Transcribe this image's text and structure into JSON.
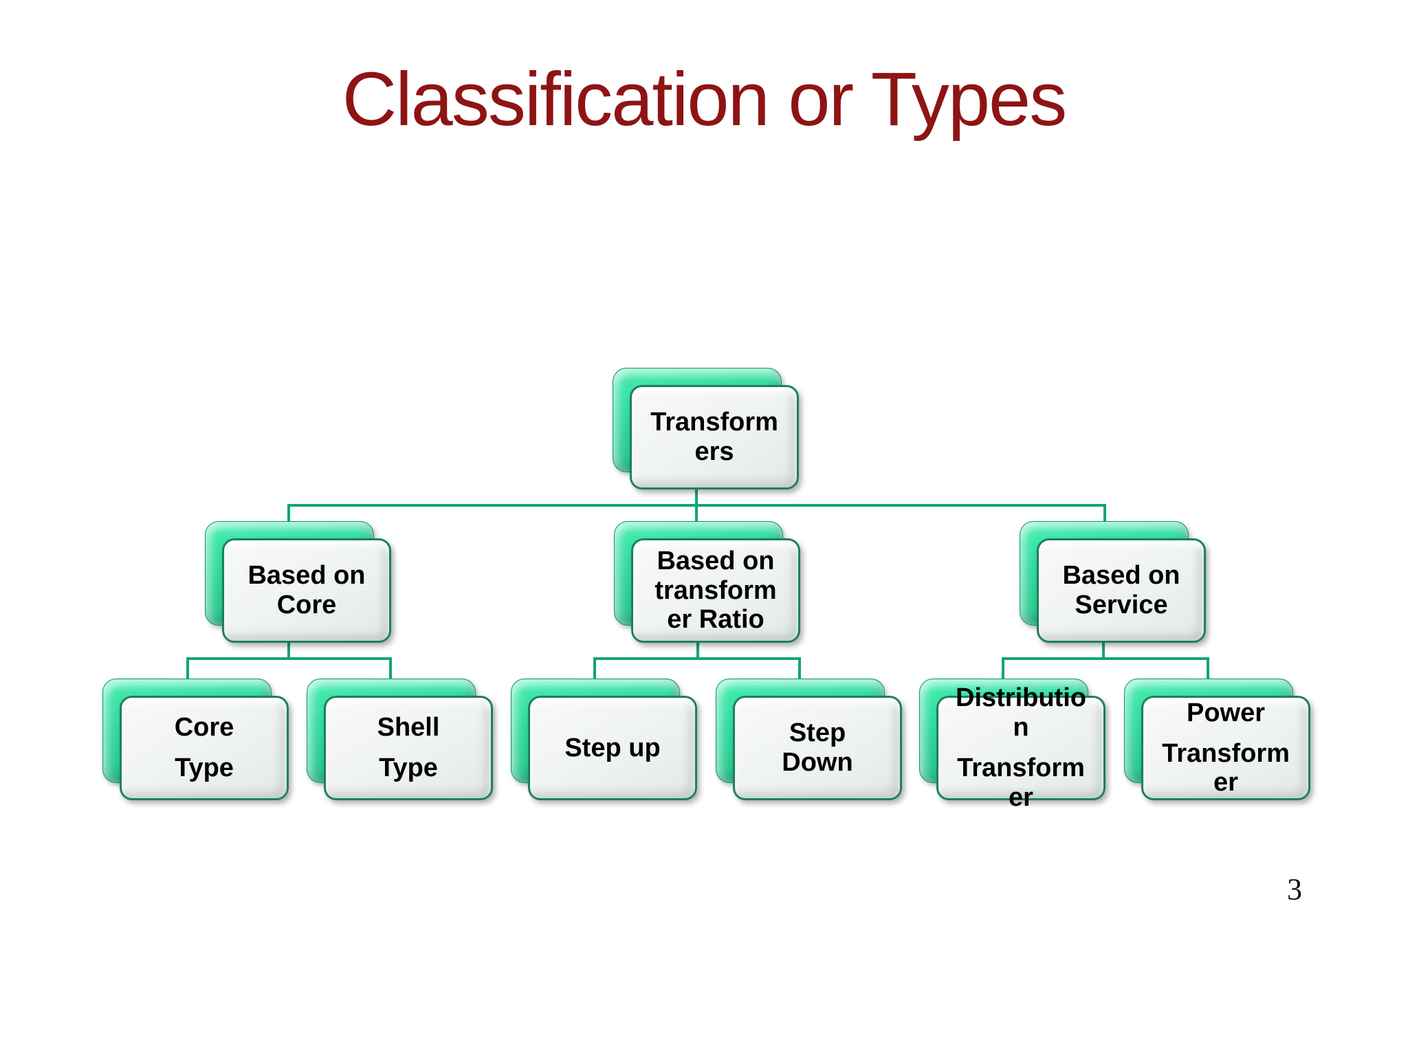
{
  "slide": {
    "title": "Classification or Types",
    "page_number": "3"
  },
  "colors": {
    "title_text": "#8e1414",
    "node_back_green": "#2fd99c",
    "node_face_fill": "#eef2f0",
    "node_border_green": "#1d7f60",
    "connector_green": "#12a479",
    "node_text": "#000000"
  },
  "diagram": {
    "type": "hierarchy-org-chart",
    "root": "Transformers",
    "edges": [
      [
        "Transformers",
        "Based on Core"
      ],
      [
        "Transformers",
        "Based on transformer Ratio"
      ],
      [
        "Transformers",
        "Based on Service"
      ],
      [
        "Based on Core",
        "Core Type"
      ],
      [
        "Based on Core",
        "Shell Type"
      ],
      [
        "Based on transformer Ratio",
        "Step up"
      ],
      [
        "Based on transformer Ratio",
        "Step Down"
      ],
      [
        "Based on Service",
        "Distribution Transformer"
      ],
      [
        "Based on Service",
        "Power Transformer"
      ]
    ]
  },
  "nodes": {
    "transformers": {
      "label": "Transformers",
      "paragraphs": [
        "Transform\ners"
      ]
    },
    "based_on_core": {
      "label": "Based on Core",
      "paragraphs": [
        "Based on\nCore"
      ]
    },
    "based_on_transformer_ratio": {
      "label": "Based on transformer Ratio",
      "paragraphs": [
        "Based on\ntransform\ner Ratio"
      ]
    },
    "based_on_service": {
      "label": "Based on Service",
      "paragraphs": [
        "Based on\nService"
      ]
    },
    "core_type": {
      "label": "Core Type",
      "paragraphs": [
        "Core",
        "Type"
      ]
    },
    "shell_type": {
      "label": "Shell Type",
      "paragraphs": [
        "Shell",
        "Type"
      ]
    },
    "step_up": {
      "label": "Step up",
      "paragraphs": [
        "Step up"
      ]
    },
    "step_down": {
      "label": "Step Down",
      "paragraphs": [
        "Step\nDown"
      ]
    },
    "distribution_transformer": {
      "label": "Distribution Transformer",
      "paragraphs": [
        "Distributio\nn",
        "Transform\ner"
      ]
    },
    "power_transformer": {
      "label": "Power Transformer",
      "paragraphs": [
        "Power",
        "Transform\ner"
      ]
    }
  }
}
